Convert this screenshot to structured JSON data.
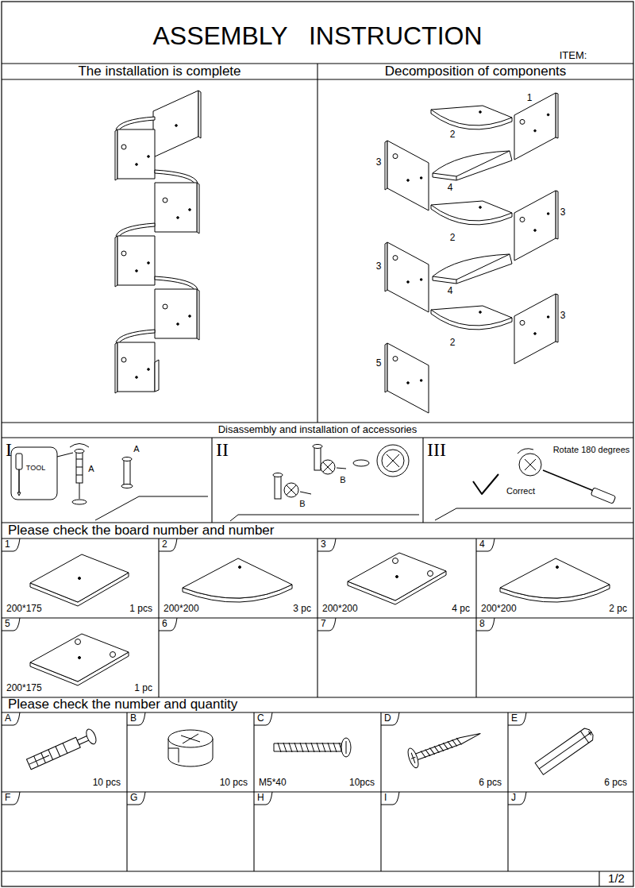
{
  "diagram": {
    "title": "ASSEMBLY INSTRUCTION",
    "nodes": [
      {
        "text": [
          "The installation is complete"
        ]
      },
      {
        "text": [
          "Decomposition of components"
        ]
      },
      {
        "text": [
          "Disassembly and installation of accessories"
        ]
      },
      {
        "text": [
          "I"
        ]
      },
      {
        "text": [
          "II"
        ]
      },
      {
        "text": [
          "III"
        ]
      },
      {
        "text": [
          "Please check the board number and number"
        ]
      },
      {
        "text": [
          "1",
          "200*175",
          "1 pcs"
        ]
      },
      {
        "text": [
          "2",
          "200*200",
          "3 pc"
        ]
      },
      {
        "text": [
          "3",
          "200*200",
          "4 pc"
        ]
      },
      {
        "text": [
          "4",
          "200*200",
          "2 pc"
        ]
      },
      {
        "text": [
          "5",
          "200*175",
          "1 pc"
        ]
      },
      {
        "text": [
          "6"
        ]
      },
      {
        "text": [
          "7"
        ]
      },
      {
        "text": [
          "8"
        ]
      },
      {
        "text": [
          "Please check the number and quantity"
        ]
      },
      {
        "text": [
          "A",
          "10 pcs"
        ]
      },
      {
        "text": [
          "B",
          "10 pcs"
        ]
      },
      {
        "text": [
          "C",
          "M5*40",
          "10pcs"
        ]
      },
      {
        "text": [
          "D",
          "6 pcs"
        ]
      },
      {
        "text": [
          "E",
          "6 pcs"
        ]
      },
      {
        "text": [
          "F"
        ]
      },
      {
        "text": [
          "G"
        ]
      },
      {
        "text": [
          "H"
        ]
      },
      {
        "text": [
          "I"
        ]
      },
      {
        "text": [
          "J"
        ]
      },
      {
        "text": [
          "1/2"
        ]
      }
    ],
    "labels": [
      "ITEM:",
      "1",
      "2",
      "3",
      "4",
      "3",
      "2",
      "3",
      "4",
      "3",
      "2",
      "5",
      "TOOL",
      "A",
      "A",
      "B",
      "B",
      "Rotate 180 degrees",
      "Correct"
    ]
  }
}
